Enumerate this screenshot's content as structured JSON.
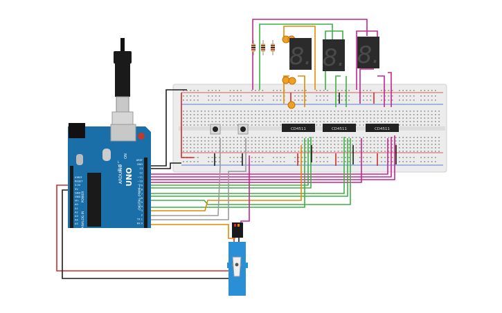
{
  "arduino": {
    "brand": "ARDUINO",
    "model": "UNO",
    "on_label": "ON",
    "power_label": "POWER",
    "analog_label": "ANALOG IN",
    "digital_label": "DIGITAL (PWM~)",
    "tx_label": "TX",
    "rx_label": "RX",
    "l_label": "L",
    "left_pins": [
      "IOREF",
      "RESET",
      "3.3V",
      "5V",
      "GND",
      "GND",
      "Vin",
      "A0",
      "A1",
      "A2",
      "A3",
      "A4",
      "A5"
    ],
    "right_pins": [
      "AREF",
      "GND",
      "13",
      "12",
      "~11",
      "~10",
      "~9",
      "8",
      "7",
      "~6",
      "~5",
      "4",
      "~3",
      "2",
      "TX 1",
      "RX 0"
    ]
  },
  "chips": [
    {
      "label": "CD4511"
    },
    {
      "label": "CD4511"
    },
    {
      "label": "CD4511"
    }
  ],
  "displays": [
    {
      "digit": "8."
    },
    {
      "digit": "8."
    },
    {
      "digit": "8."
    }
  ],
  "colors": {
    "board": "#1a6fa8",
    "breadboard": "#ececec",
    "wire_red": "#d42a2a",
    "wire_black": "#1a1a1a",
    "wire_green": "#3cb043",
    "wire_magenta": "#c8228a",
    "wire_orange": "#e08a00",
    "wire_gray": "#9a9a9a",
    "servo": "#2b8fd6",
    "display": "#2b2b2b"
  }
}
